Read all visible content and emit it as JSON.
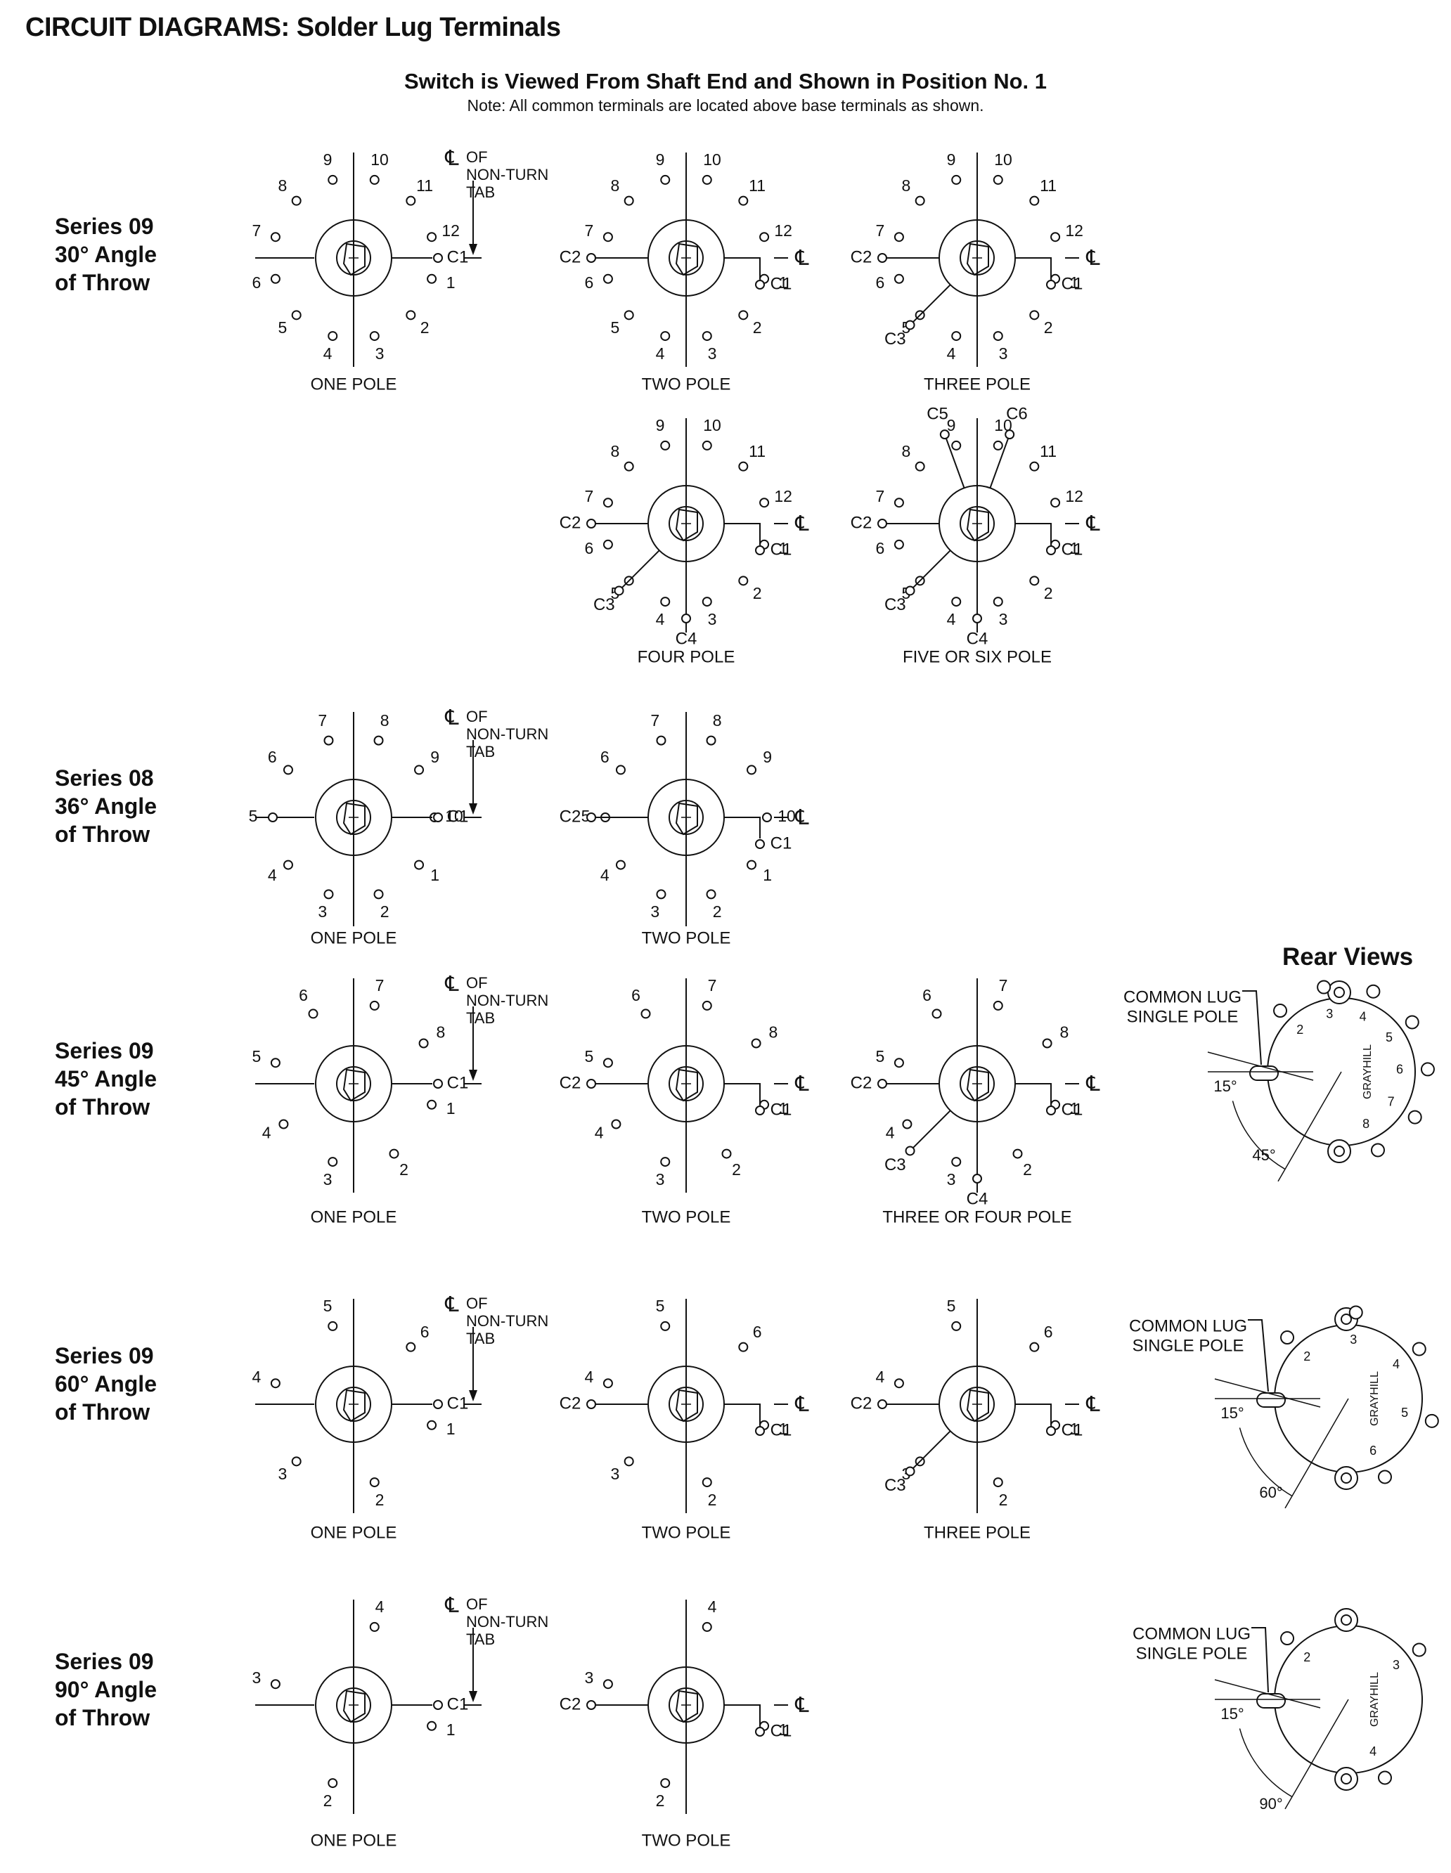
{
  "page_title": "CIRCUIT DIAGRAMS: Solder Lug Terminals",
  "subtitle": "Switch is Viewed From Shaft End and Shown in Position No. 1",
  "note": "Note: All common terminals are located above base terminals as shown.",
  "rear_views_title": "Rear Views",
  "rows": [
    {
      "id": "s09-30",
      "label": [
        "Series 09",
        "30° Angle",
        "of Throw"
      ]
    },
    {
      "id": "s08-36",
      "label": [
        "Series 08",
        "36° Angle",
        "of Throw"
      ]
    },
    {
      "id": "s09-45",
      "label": [
        "Series 09",
        "45° Angle",
        "of Throw"
      ]
    },
    {
      "id": "s09-60",
      "label": [
        "Series 09",
        "60° Angle",
        "of Throw"
      ]
    },
    {
      "id": "s09-90",
      "label": [
        "Series 09",
        "90° Angle",
        "of Throw"
      ]
    }
  ],
  "tab_note": [
    "OF",
    "NON-TURN",
    "TAB"
  ],
  "centerline_symbol": "℄",
  "diagrams": [
    {
      "row": 0,
      "caption": "ONE POLE",
      "terminals": 12,
      "commons": [
        "C1"
      ]
    },
    {
      "row": 0,
      "caption": "TWO POLE",
      "terminals": 12,
      "commons": [
        "C1",
        "C2"
      ]
    },
    {
      "row": 0,
      "caption": "THREE POLE",
      "terminals": 12,
      "commons": [
        "C1",
        "C2",
        "C3"
      ]
    },
    {
      "row": 0,
      "caption": "FOUR POLE",
      "terminals": 12,
      "commons": [
        "C1",
        "C2",
        "C3",
        "C4"
      ]
    },
    {
      "row": 0,
      "caption": "FIVE OR SIX POLE",
      "terminals": 12,
      "commons": [
        "C1",
        "C2",
        "C3",
        "C4",
        "C5",
        "C6"
      ]
    },
    {
      "row": 1,
      "caption": "ONE POLE",
      "terminals": 10,
      "commons": [
        "C1"
      ]
    },
    {
      "row": 1,
      "caption": "TWO POLE",
      "terminals": 10,
      "commons": [
        "C1",
        "C2"
      ]
    },
    {
      "row": 2,
      "caption": "ONE POLE",
      "terminals": 8,
      "commons": [
        "C1"
      ]
    },
    {
      "row": 2,
      "caption": "TWO POLE",
      "terminals": 8,
      "commons": [
        "C1",
        "C2"
      ]
    },
    {
      "row": 2,
      "caption": "THREE OR FOUR POLE",
      "terminals": 8,
      "commons": [
        "C1",
        "C2",
        "C3",
        "C4"
      ]
    },
    {
      "row": 3,
      "caption": "ONE POLE",
      "terminals": 6,
      "commons": [
        "C1"
      ]
    },
    {
      "row": 3,
      "caption": "TWO POLE",
      "terminals": 6,
      "commons": [
        "C1",
        "C2"
      ]
    },
    {
      "row": 3,
      "caption": "THREE POLE",
      "terminals": 6,
      "commons": [
        "C1",
        "C2",
        "C3"
      ]
    },
    {
      "row": 4,
      "caption": "ONE POLE",
      "terminals": 4,
      "commons": [
        "C1"
      ]
    },
    {
      "row": 4,
      "caption": "TWO POLE",
      "terminals": 4,
      "commons": [
        "C1",
        "C2"
      ]
    }
  ],
  "rear_views": [
    {
      "row": 2,
      "lug_label": [
        "COMMON LUG",
        "SINGLE POLE"
      ],
      "offset_angle": "15°",
      "throw_angle": "45°",
      "terminals": [
        "2",
        "3",
        "4",
        "5",
        "6",
        "7",
        "8"
      ],
      "brand": "GRAYHILL"
    },
    {
      "row": 3,
      "lug_label": [
        "COMMON LUG",
        "SINGLE POLE"
      ],
      "offset_angle": "15°",
      "throw_angle": "60°",
      "terminals": [
        "2",
        "3",
        "4",
        "5",
        "6"
      ],
      "brand": "GRAYHILL"
    },
    {
      "row": 4,
      "lug_label": [
        "COMMON LUG",
        "SINGLE POLE"
      ],
      "offset_angle": "15°",
      "throw_angle": "90°",
      "terminals": [
        "2",
        "3",
        "4"
      ],
      "brand": "GRAYHILL"
    }
  ]
}
